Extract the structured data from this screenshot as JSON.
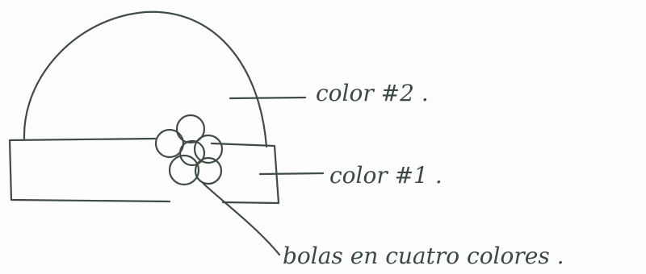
{
  "labels": {
    "crown": "color #2 .",
    "band": "color #1 .",
    "pompom": "bolas en cuatro colores ."
  },
  "colors": {
    "ink": "#3e4c44",
    "paper": "#fdfdfc"
  }
}
